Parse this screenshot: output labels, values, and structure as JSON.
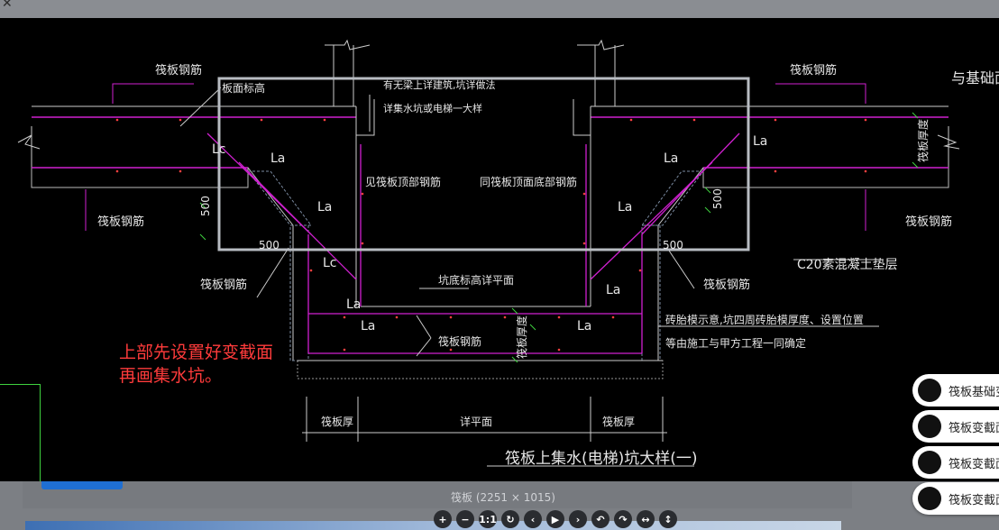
{
  "viewer": {
    "image_caption": "筏板 (2251 × 1015)",
    "toolbar": [
      {
        "name": "zoom-in",
        "glyph": "+"
      },
      {
        "name": "zoom-out",
        "glyph": "−"
      },
      {
        "name": "actual-size",
        "glyph": "1:1"
      },
      {
        "name": "rotate",
        "glyph": "↻"
      },
      {
        "name": "prev",
        "glyph": "‹"
      },
      {
        "name": "play",
        "glyph": "▶"
      },
      {
        "name": "next",
        "glyph": "›"
      },
      {
        "name": "undo",
        "glyph": "↶"
      },
      {
        "name": "redo",
        "glyph": "↷"
      },
      {
        "name": "fit-width",
        "glyph": "↔"
      },
      {
        "name": "fit-height",
        "glyph": "↕"
      }
    ]
  },
  "annotation": {
    "line1": "上部先设置好变截面",
    "line2": "再画集水坑。"
  },
  "drawing": {
    "title": "筏板上集水(电梯)坑大样(一)",
    "labels": {
      "raft_rebar_tl": "筏板钢筋",
      "raft_rebar_tr": "筏板钢筋",
      "raft_rebar_l": "筏板钢筋",
      "raft_rebar_r": "筏板钢筋",
      "raft_rebar_bl": "筏板钢筋",
      "raft_rebar_br": "筏板钢筋",
      "raft_rebar_pit": "筏板钢筋",
      "top_level": "板面标高",
      "note_top1": "有无梁上详建筑,坑详做法",
      "note_top2": "详集水坑或电梯一大样",
      "edge_top": "与基础面",
      "thickness_r": "筏板厚度",
      "thickness_pit": "筏板厚度",
      "pit_top_rebar_l": "见筏板顶部钢筋",
      "pit_top_rebar_r": "同筏板顶面底部钢筋",
      "pit_bottom_level": "坑底标高详平面",
      "cushion": "C20素混凝土垫层",
      "brick_note1": "砖胎模示意,坑四周砖胎模厚度、设置位置",
      "brick_note2": "等由施工与甲方工程一同确定",
      "dim_500_l": "500",
      "dim_500_r": "500",
      "dim_500_bl": "500",
      "dim_500_br": "500",
      "dim_raft_l": "筏板厚",
      "dim_raft_r": "筏板厚",
      "dim_plan": "详平面",
      "la": "La",
      "lc": "Lc"
    }
  },
  "side_panel": {
    "items": [
      {
        "label": "筏板基础变"
      },
      {
        "label": "筏板变截面"
      },
      {
        "label": "筏板变截面"
      },
      {
        "label": "筏板变截面"
      }
    ]
  }
}
